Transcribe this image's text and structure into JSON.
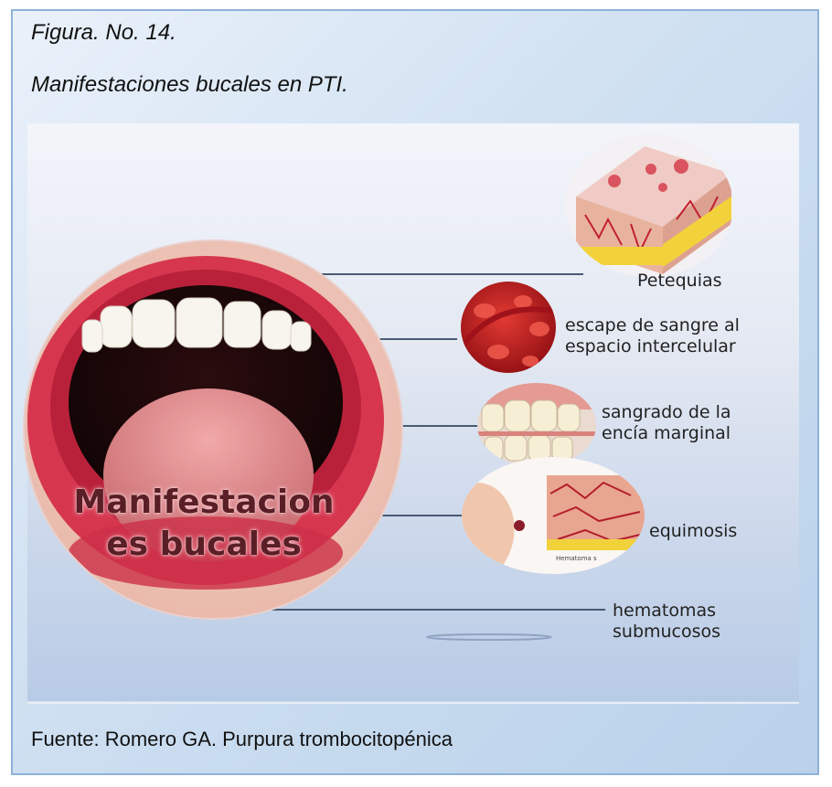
{
  "figure": {
    "label": "Figura. No. 14.",
    "title": "Manifestaciones bucales en PTI."
  },
  "diagram": {
    "center_label": "Manifestacion es bucales",
    "center_label_line1": "Manifestacion",
    "center_label_line2": "es bucales",
    "items": [
      {
        "label": "Petequias",
        "icon": "petechiae-skin-section-image"
      },
      {
        "label_line1": "escape de sangre al",
        "label_line2": "espacio intercelular",
        "icon": "blood-cells-image"
      },
      {
        "label_line1": "sangrado de la",
        "label_line2": "encía marginal",
        "icon": "gums-teeth-image"
      },
      {
        "label": "equimosis",
        "icon": "bruise-hematoma-image"
      },
      {
        "label_line1": "hematomas",
        "label_line2": "submucosos"
      }
    ],
    "hematoma_image_caption": "Hematoma s",
    "colors": {
      "lips": "#d6374f",
      "connector_line": "#4a5a73",
      "label_text": "#222222"
    }
  },
  "source": "Fuente: Romero GA. Purpura trombocitopénica"
}
